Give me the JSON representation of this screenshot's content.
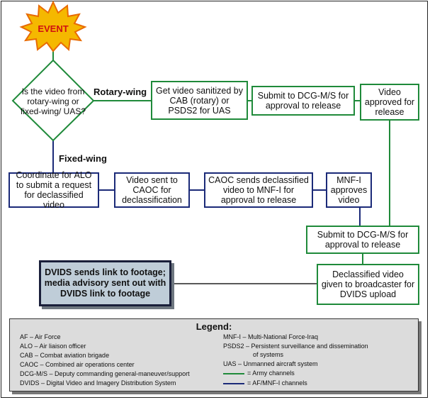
{
  "event_label": "EVENT",
  "decision": "Is the video from rotary-wing or fixed-wing/ UAS?",
  "rotary_label": "Rotary-wing",
  "fixed_label": "Fixed-wing",
  "boxes": {
    "sanitize": "Get video sanitized by CAB (rotary) or PSDS2 for UAS",
    "submit_rotary": "Submit to DCG-M/S for approval to release",
    "approved": "Video approved for release",
    "coordinate": "Coordinate for ALO to submit a request for declassified video",
    "sent_caoc": "Video sent to CAOC for declassification",
    "caoc_sends": "CAOC sends declassified video to MNF-I for approval to release",
    "mnfi": "MNF-I approves video",
    "submit_fixed": "Submit to DCG-M/S for approval to release",
    "declassified": "Declassified video given to broadcaster for DVIDS upload"
  },
  "dvids": "DVIDS sends link to footage; media advisory sent out with DVIDS link to footage",
  "legend": {
    "title": "Legend:",
    "left": [
      "AF – Air Force",
      "ALO – Air liaison officer",
      "CAB – Combat aviation brigade",
      "CAOC – Combined air operations center",
      "DCG-M/S – Deputy commanding general-maneuver/support",
      "DVIDS – Digital Video and Imagery Distribution System"
    ],
    "right": [
      "MNF-I – Multi-National Force-Iraq",
      "PSDS2 – Persistent surveillance and dissemination",
      "of systems",
      "UAS – Unmanned aircraft system"
    ],
    "army": "= Army channels",
    "af": "= AF/MNF-I channels"
  },
  "colors": {
    "army": "#1f8a3a",
    "af": "#1b2a78",
    "event_fill": "#f5b800",
    "event_outline": "#e86a00",
    "event_text": "#d01010"
  }
}
